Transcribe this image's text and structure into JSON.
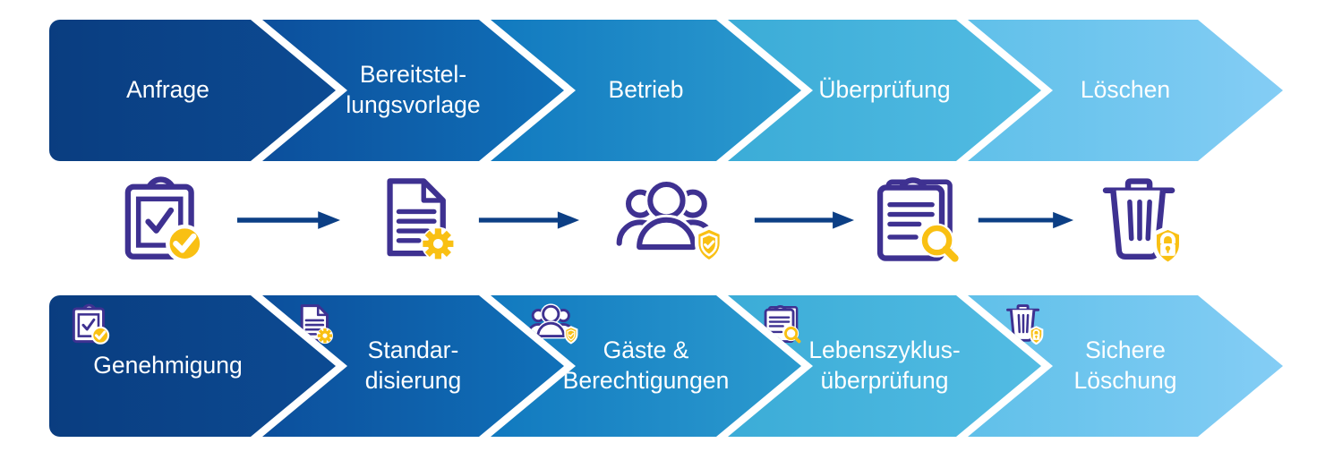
{
  "diagram_title": "Lifecycle process chevrons",
  "palette": {
    "background": "#ffffff",
    "text": "#ffffff",
    "icon_purple": "#3E3191",
    "accent_yellow": "#F9C013",
    "arrow_navy": "#0C3F85",
    "chevron_gradients": [
      {
        "from": "#0A3D80",
        "to": "#0C4B93"
      },
      {
        "from": "#0C4F9C",
        "to": "#1071B9"
      },
      {
        "from": "#1179BF",
        "to": "#2C9BCF"
      },
      {
        "from": "#3BACD7",
        "to": "#53BCE3"
      },
      {
        "from": "#60C0E9",
        "to": "#84CDF5"
      }
    ]
  },
  "top_row": {
    "steps": [
      {
        "label": "Anfrage"
      },
      {
        "label": "Bereitstel-\nlungsvorlage"
      },
      {
        "label": "Betrieb"
      },
      {
        "label": "Überprüfung"
      },
      {
        "label": "Löschen"
      }
    ]
  },
  "icon_row": {
    "icons": [
      "clipboard-check-icon",
      "document-gear-icon",
      "people-shield-icon",
      "clipboard-search-icon",
      "trash-lock-icon"
    ],
    "connector": "arrow-right-icon"
  },
  "bottom_row": {
    "steps": [
      {
        "label": "Genehmigung",
        "icon": "clipboard-check-icon"
      },
      {
        "label": "Standar-\ndisierung",
        "icon": "document-gear-icon"
      },
      {
        "label": "Gäste &\nBerechtigungen",
        "icon": "people-shield-icon"
      },
      {
        "label": "Lebenszyklus-\nüberprüfung",
        "icon": "clipboard-search-icon"
      },
      {
        "label": "Sichere\nLöschung",
        "icon": "trash-lock-icon"
      }
    ]
  }
}
